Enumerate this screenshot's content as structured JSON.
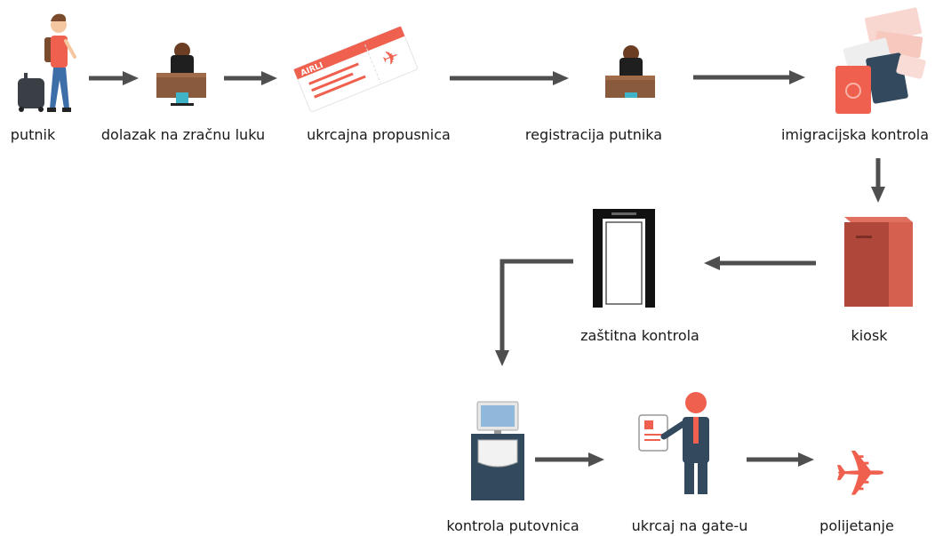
{
  "steps": {
    "putnik": "putnik",
    "dolazak": "dolazak na zračnu luku",
    "ukrcajna": "ukrcajna propusnica",
    "registracija": "registracija putnika",
    "imigracijska": "imigracijska kontrola",
    "kiosk": "kiosk",
    "zastitna": "zaštitna kontrola",
    "kontrola_putovnica": "kontrola putovnica",
    "ukrcaj_gate": "ukrcaj na gate-u",
    "polijetanje": "polijetanje"
  },
  "ticket_text": "AIRLI",
  "colors": {
    "accent": "#f0604e",
    "dark_red": "#b0473b",
    "arrow": "#4f4f4f",
    "desk": "#8a5a3c",
    "navy": "#33495e",
    "skin": "#f4c7a1"
  }
}
